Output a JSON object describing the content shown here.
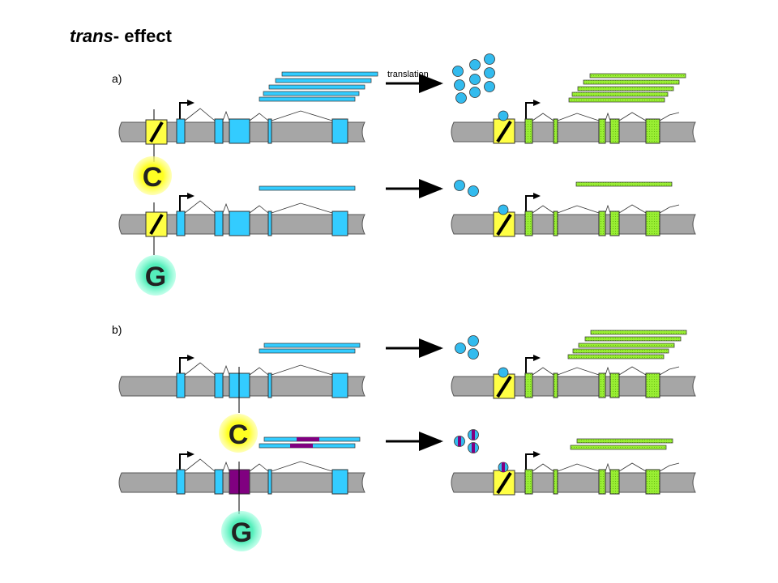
{
  "title": {
    "italic": "trans",
    "rest": "- effect"
  },
  "panel_a": {
    "label": "a)",
    "arrow_label": "translation",
    "allele_top": "C",
    "allele_bottom": "G"
  },
  "panel_b": {
    "label": "b)",
    "allele_top": "C",
    "allele_bottom": "G"
  },
  "colors": {
    "chromosome": "#a6a6a6",
    "exon_blue": "#33ccff",
    "exon_green": "#99ee33",
    "regulator_box": "#ffff44",
    "mutant_exon": "#800080",
    "protein": "#33bbee",
    "allele_c": "#ffff33",
    "allele_g": "#66eecc"
  }
}
